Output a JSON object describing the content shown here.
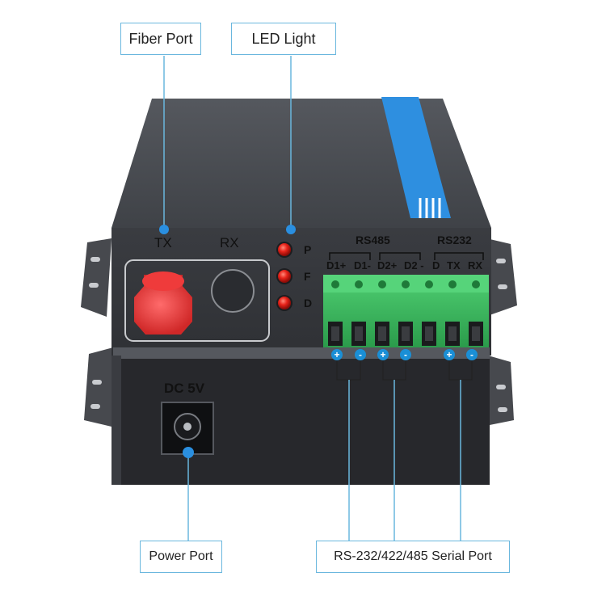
{
  "callouts": {
    "fiber_port": "Fiber Port",
    "led_light": "LED Light",
    "power_port": "Power Port",
    "serial_port": "RS-232/422/485 Serial Port"
  },
  "device": {
    "fiber": {
      "tx": "TX",
      "rx": "RX"
    },
    "leds": [
      "P",
      "F",
      "D"
    ],
    "rs485": {
      "title": "RS485",
      "terminals": [
        "D1+",
        "D1-",
        "D2+",
        "D2 -"
      ]
    },
    "rs232": {
      "title": "RS232",
      "terminals": [
        "D",
        "TX",
        "RX"
      ]
    },
    "polarity": [
      "+",
      "-",
      "+",
      "-",
      "+",
      "-"
    ],
    "power": {
      "label": "DC 5V"
    }
  },
  "colors": {
    "accent": "#6ab7de",
    "blue_stripe": "#2e8fe0",
    "terminal_green": "#33b55a",
    "led_red": "#e8231a",
    "fiber_cap": "#ef3b3b",
    "housing": "#3d3f44"
  }
}
